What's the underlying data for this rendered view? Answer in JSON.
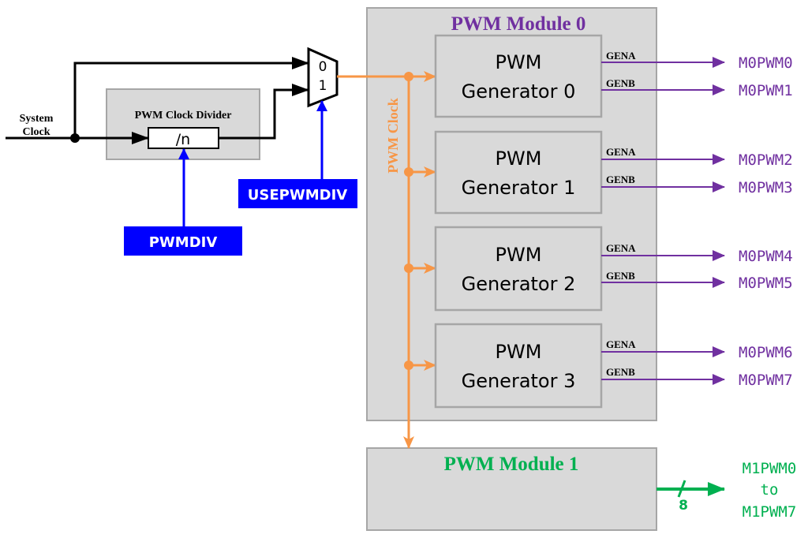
{
  "colors": {
    "module0_title": "#7030a0",
    "module1_title": "#00b050",
    "pwm_clock": "#f79646",
    "register": "#0000ff",
    "output_m0": "#7030a0",
    "output_m1": "#00b050"
  },
  "inputs": {
    "system_clock_line1": "System",
    "system_clock_line2": "Clock"
  },
  "divider": {
    "title": "PWM Clock Divider",
    "op": "/n"
  },
  "mux": {
    "input0": "0",
    "input1": "1"
  },
  "registers": {
    "pwmdiv": "PWMDIV",
    "usepwmdiv": "USEPWMDIV"
  },
  "pwm_clock_label": "PWM Clock",
  "module0": {
    "title": "PWM Module 0",
    "generators": [
      {
        "line1": "PWM",
        "line2": "Generator 0",
        "gena": "GENA",
        "genb": "GENB",
        "out_a": "M0PWM0",
        "out_b": "M0PWM1"
      },
      {
        "line1": "PWM",
        "line2": "Generator 1",
        "gena": "GENA",
        "genb": "GENB",
        "out_a": "M0PWM2",
        "out_b": "M0PWM3"
      },
      {
        "line1": "PWM",
        "line2": "Generator 2",
        "gena": "GENA",
        "genb": "GENB",
        "out_a": "M0PWM4",
        "out_b": "M0PWM5"
      },
      {
        "line1": "PWM",
        "line2": "Generator 3",
        "gena": "GENA",
        "genb": "GENB",
        "out_a": "M0PWM6",
        "out_b": "M0PWM7"
      }
    ]
  },
  "module1": {
    "title": "PWM Module 1",
    "bus_width": "8",
    "out_line1": "M1PWM0",
    "out_line2": "to",
    "out_line3": "M1PWM7"
  }
}
